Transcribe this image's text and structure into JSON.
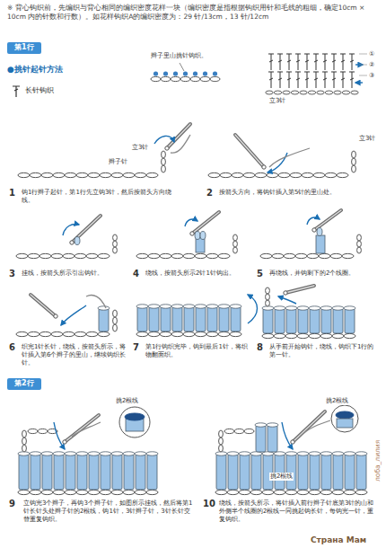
{
  "diagram": {
    "nodes": [
      {
        "text": [
          "第1行"
        ]
      },
      {
        "text": [
          "第2行"
        ]
      }
    ],
    "labels": [
      "※ 背心钩织前，先编织与背心相同的编织密度花样一块（编织密度是指根据钩织用针和毛线的粗细，确定10cm × 10cm 内的针数和行数）。如花样钩织A的编织密度为：29 针/13cm，13 针/12cm",
      "●挑针起针方法",
      "长针钩织",
      "辫子里山挑针钩织。",
      "①",
      "②",
      "③",
      "立3针",
      "立3针",
      "辫子针",
      "立3针",
      "1",
      "钩1行辫子起针，第1行先立钩3针，然后按箭头方向绕线。",
      "2",
      "按箭头方向，将钩针插入第5针的里山处。",
      "3",
      "挂线，按箭头所示引出钩针。",
      "4",
      "绕线，按箭头所示2针1针钩出。",
      "5",
      "再绕线，并钩剩下的2个线圈。",
      "6",
      "织完1针长针，绕线，按箭头所示，将针插入第6个辫子的里山，继续钩织长针。",
      "7",
      "第1行钩织完毕，钩到最后1针，将织物翻面织。",
      "8",
      "从手前开始钩针，绕线，钩织下1行的第一针。",
      "挑2根线",
      "挑2根线",
      "挑2根线",
      "9",
      "立钩完3个辫子，再钩3个辫子针，如图所示挂线，然后将第1针长针头处辫子针的2根线，钩1针，3针辫子针，3针长针交替重复钩织。",
      "10",
      "绕线，按箭头所示，将针插入前行辫子针底第3针的山和外侧半个线圈的2根线一同挑起钩长针，每钩完一针，重复钩织。",
      "Страна Мам",
      "лоба_лилия"
    ]
  }
}
